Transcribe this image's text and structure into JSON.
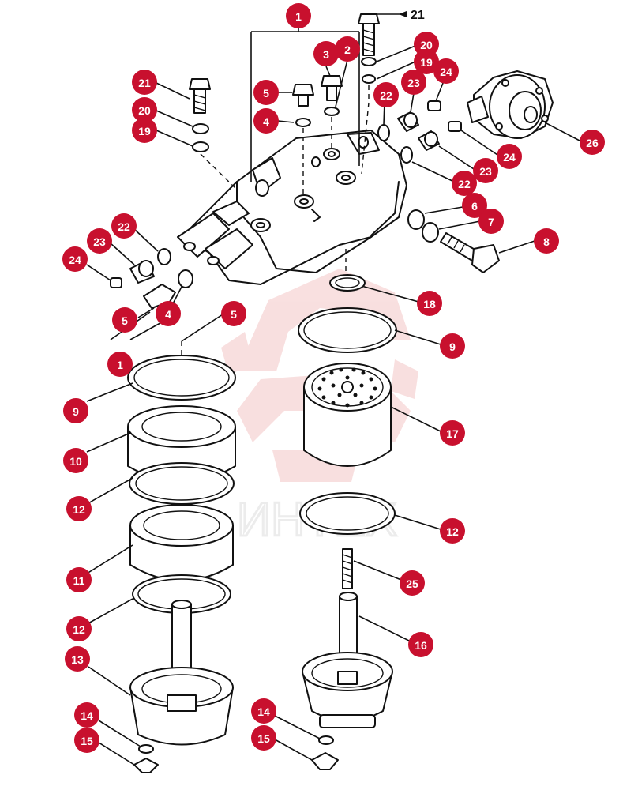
{
  "diagram": {
    "watermark_text": "ИНТЕХ",
    "top_label": "21",
    "callouts": [
      {
        "id": "c1a",
        "label": "1"
      },
      {
        "id": "c21a",
        "label": "21"
      },
      {
        "id": "c20a",
        "label": "20"
      },
      {
        "id": "c19a",
        "label": "19"
      },
      {
        "id": "c5a",
        "label": "5"
      },
      {
        "id": "c4a",
        "label": "4"
      },
      {
        "id": "c3",
        "label": "3"
      },
      {
        "id": "c2",
        "label": "2"
      },
      {
        "id": "c20b",
        "label": "20"
      },
      {
        "id": "c19b",
        "label": "19"
      },
      {
        "id": "c24a",
        "label": "24"
      },
      {
        "id": "c23a",
        "label": "23"
      },
      {
        "id": "c22a",
        "label": "22"
      },
      {
        "id": "c26",
        "label": "26"
      },
      {
        "id": "c24b",
        "label": "24"
      },
      {
        "id": "c23b",
        "label": "23"
      },
      {
        "id": "c22b",
        "label": "22"
      },
      {
        "id": "c6",
        "label": "6"
      },
      {
        "id": "c7",
        "label": "7"
      },
      {
        "id": "c8",
        "label": "8"
      },
      {
        "id": "c22c",
        "label": "22"
      },
      {
        "id": "c23c",
        "label": "23"
      },
      {
        "id": "c24c",
        "label": "24"
      },
      {
        "id": "c5b",
        "label": "5"
      },
      {
        "id": "c4b",
        "label": "4"
      },
      {
        "id": "c1b",
        "label": "1"
      },
      {
        "id": "c5c",
        "label": "5"
      },
      {
        "id": "c18",
        "label": "18"
      },
      {
        "id": "c9a",
        "label": "9"
      },
      {
        "id": "c9b",
        "label": "9"
      },
      {
        "id": "c17",
        "label": "17"
      },
      {
        "id": "c10",
        "label": "10"
      },
      {
        "id": "c12a",
        "label": "12"
      },
      {
        "id": "c12b",
        "label": "12"
      },
      {
        "id": "c11",
        "label": "11"
      },
      {
        "id": "c25",
        "label": "25"
      },
      {
        "id": "c12c",
        "label": "12"
      },
      {
        "id": "c16",
        "label": "16"
      },
      {
        "id": "c13",
        "label": "13"
      },
      {
        "id": "c14a",
        "label": "14"
      },
      {
        "id": "c15a",
        "label": "15"
      },
      {
        "id": "c14b",
        "label": "14"
      },
      {
        "id": "c15b",
        "label": "15"
      }
    ]
  }
}
